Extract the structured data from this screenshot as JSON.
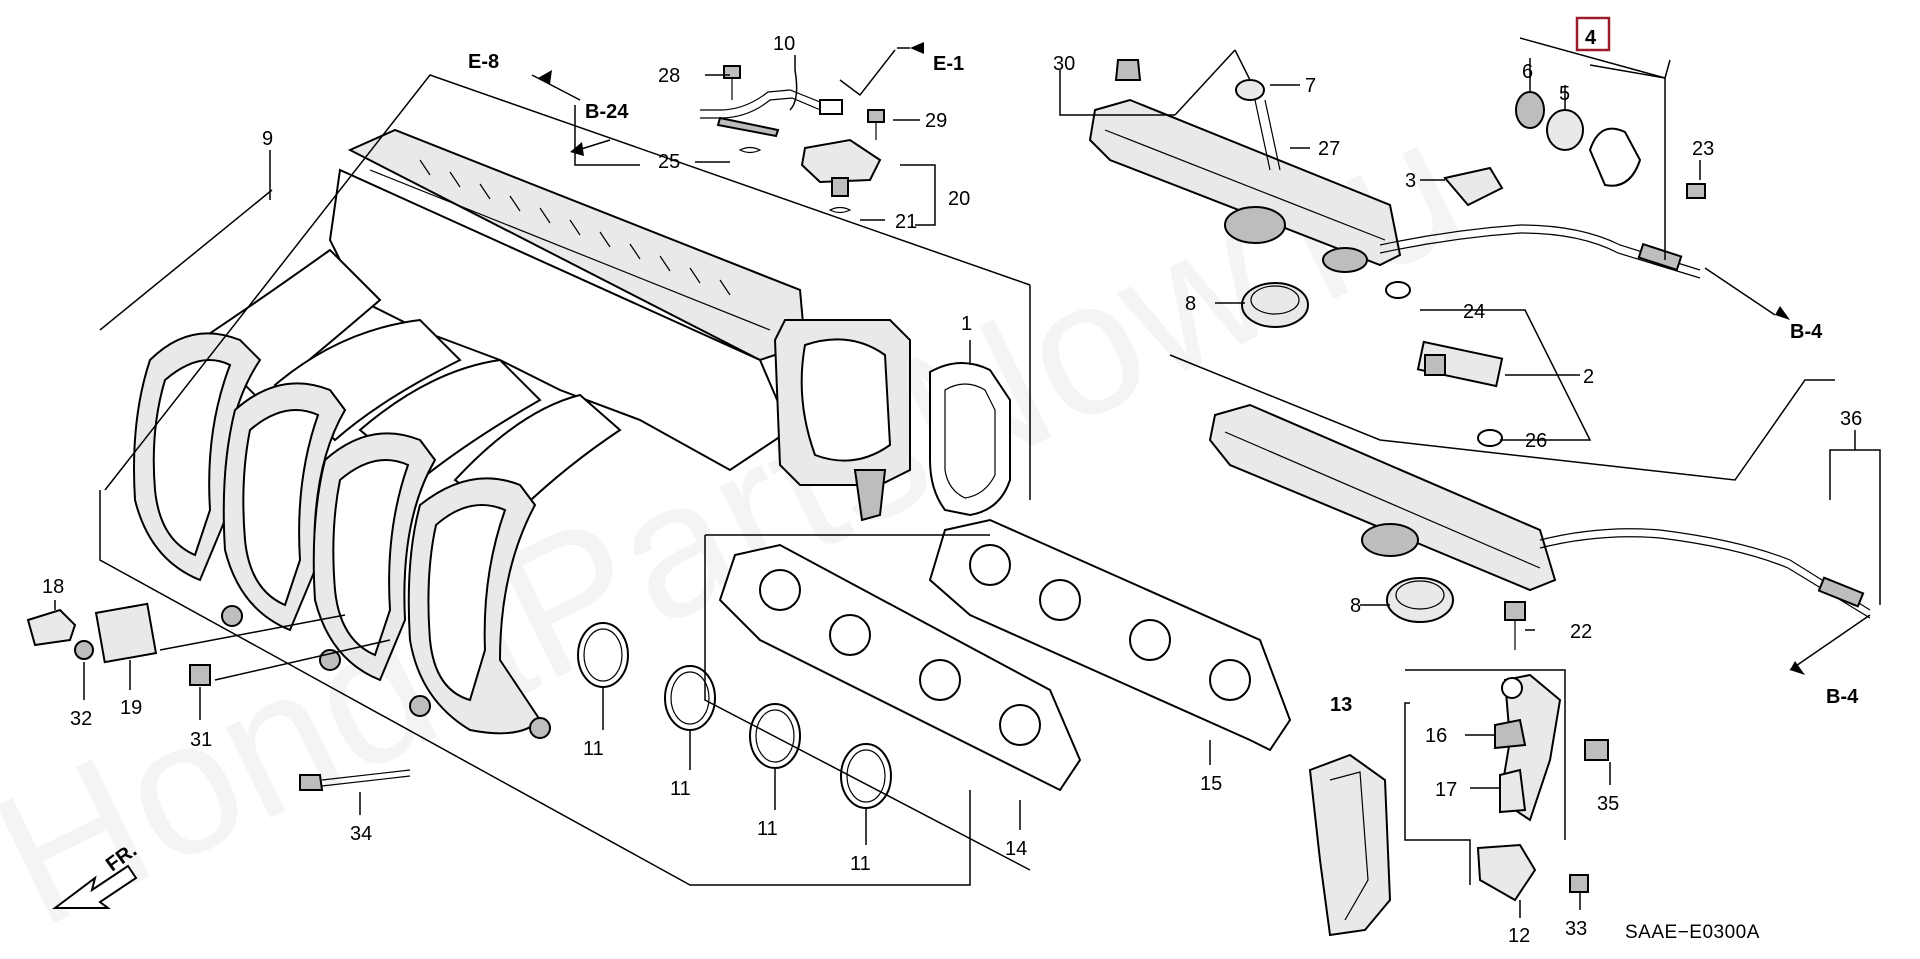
{
  "diagram_code": "SAAE−E0300A",
  "watermark": "HondaPartsNow.ru",
  "highlighted_part": "4",
  "front_marker": "FR.",
  "references": [
    "E-8",
    "E-1",
    "B-24",
    "B-4",
    "B-4"
  ],
  "part_numbers": [
    "1",
    "2",
    "3",
    "5",
    "6",
    "7",
    "8",
    "8",
    "9",
    "10",
    "11",
    "11",
    "11",
    "11",
    "12",
    "13",
    "14",
    "15",
    "16",
    "17",
    "18",
    "19",
    "20",
    "21",
    "22",
    "23",
    "24",
    "25",
    "26",
    "27",
    "28",
    "29",
    "30",
    "31",
    "32",
    "33",
    "34",
    "35",
    "36"
  ]
}
